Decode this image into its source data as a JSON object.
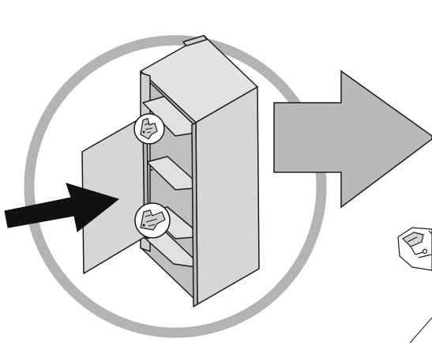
{
  "illustration": {
    "colors": {
      "background": "#ffffff",
      "ring": "#b3b3b3",
      "cabinet_fill": "#d6d6d6",
      "cabinet_side": "#c9c9c9",
      "cabinet_top": "#e2e2e2",
      "cabinet_inner": "#bfbfbf",
      "outline": "#1a1a1a",
      "big_arrow_fill": "#b9b9b9",
      "pointer_arrow": "#111111",
      "hinge_highlight_fill": "#ffffff"
    },
    "elements": {
      "ring": "magnifier-ring",
      "cabinet": "cabinet-with-open-door",
      "hinges": [
        "upper-hinge",
        "lower-hinge"
      ],
      "pointer": "black-pointer-arrow",
      "big_arrow": "grey-direction-arrow",
      "detail": "hinge-detail-partial"
    }
  }
}
